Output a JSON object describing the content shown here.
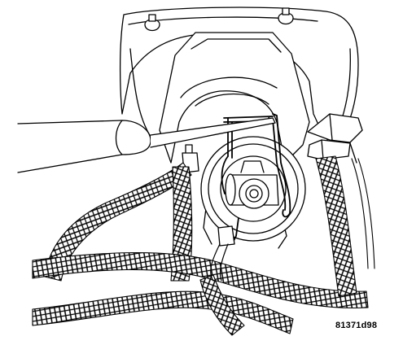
{
  "figure": {
    "code": "81371d98",
    "colors": {
      "line": "#000000",
      "background": "#ffffff"
    },
    "parts": {
      "housing": "headlamp-housing",
      "bulb": "headlamp-bulb",
      "clip": "bulb-retaining-clip",
      "tool": "screwdriver",
      "harness": "wiring-harness",
      "connector": "electrical-connector"
    }
  }
}
